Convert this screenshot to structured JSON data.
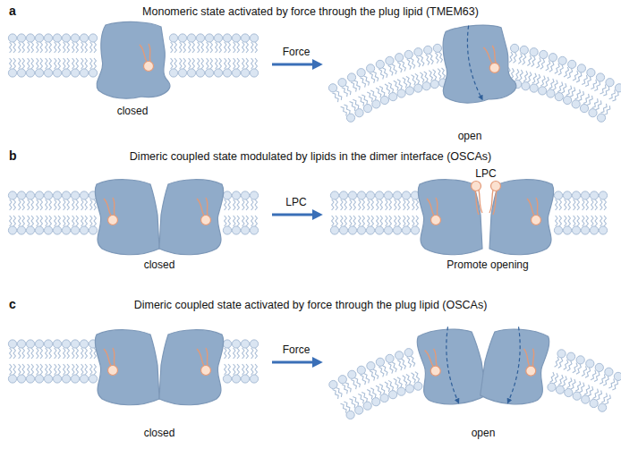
{
  "diagram": {
    "labels": [
      "a",
      "Monomeric state activated by force through the plug lipid (TMEM63)",
      "Force",
      "closed",
      "open",
      "b",
      "Dimeric coupled state modulated by lipids in the dimer interface (OSCAs)",
      "LPC",
      "LPC",
      "closed",
      "Promote opening",
      "c",
      "Dimeric coupled state activated by force through the plug lipid (OSCAs)",
      "Force",
      "closed",
      "open"
    ]
  }
}
